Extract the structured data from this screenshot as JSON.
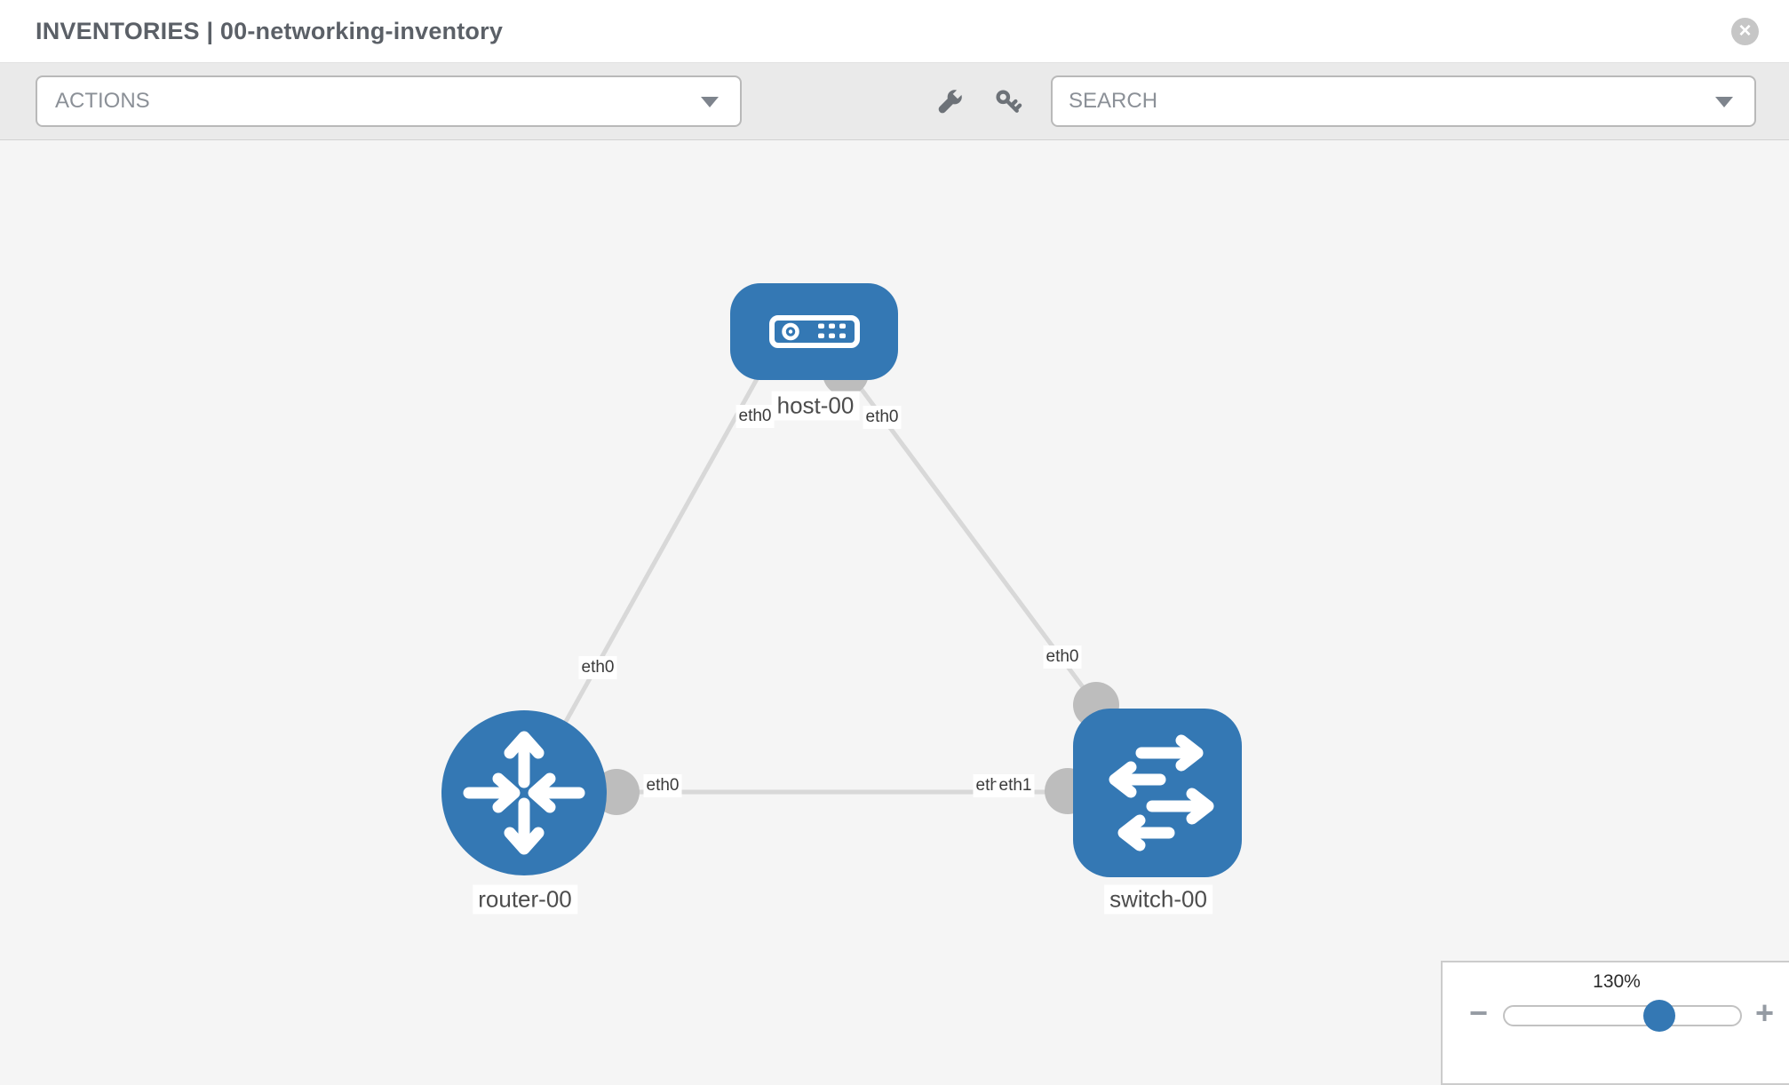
{
  "header": {
    "title": "INVENTORIES | 00-networking-inventory",
    "close_label": "×"
  },
  "toolbar": {
    "actions_label": "ACTIONS",
    "search_placeholder": "SEARCH"
  },
  "colors": {
    "node_blue": "#3478b4",
    "link_gray": "#d8d8d8",
    "connector_gray": "#bdbdbd",
    "canvas_bg": "#f5f5f5"
  },
  "topology": {
    "nodes": [
      {
        "name": "host-00",
        "type": "host"
      },
      {
        "name": "router-00",
        "type": "router"
      },
      {
        "name": "switch-00",
        "type": "switch"
      }
    ],
    "links": [
      {
        "from": "host-00",
        "from_interface": "eth0",
        "to": "router-00",
        "to_interface": "eth0"
      },
      {
        "from": "host-00",
        "from_interface": "eth0",
        "to": "switch-00",
        "to_interface": "eth0"
      },
      {
        "from": "router-00",
        "from_interface": "eth0",
        "to": "switch-00",
        "to_interface": "eth1"
      }
    ],
    "occluded_interface_label": "eth0"
  },
  "zoom_control": {
    "level": "130%",
    "minus_label": "−",
    "plus_label": "+"
  }
}
